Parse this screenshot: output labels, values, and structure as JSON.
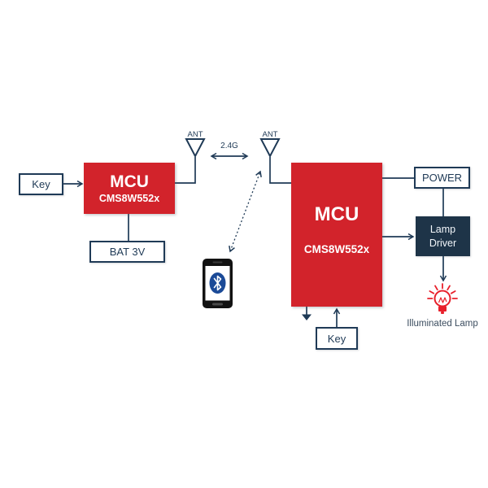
{
  "colors": {
    "mcu_red": "#d2232b",
    "line_navy": "#1f3a56",
    "lamp_driver_navy": "#1e3448",
    "bulb_red": "#e8202b",
    "bluetooth_blue": "#1b4a97",
    "phone_black": "#121212"
  },
  "icons": {
    "antenna_left": "antenna-icon",
    "antenna_right": "antenna-icon",
    "phone": "smartphone-icon",
    "bluetooth": "bluetooth-icon",
    "lamp": "illuminated-lamp-icon",
    "ground_stub": "down-arrow-solid-icon"
  },
  "transmitter": {
    "key": "Key",
    "mcu_title": "MCU",
    "mcu_part": "CMS8W552x",
    "battery": "BAT 3V",
    "ant": "ANT"
  },
  "rf_link": {
    "label": "2.4G"
  },
  "receiver": {
    "ant": "ANT",
    "mcu_title": "MCU",
    "mcu_part": "CMS8W552x",
    "power": "POWER",
    "lamp_driver": "Lamp Driver",
    "key": "Key",
    "lamp_caption": "Illuminated Lamp"
  }
}
